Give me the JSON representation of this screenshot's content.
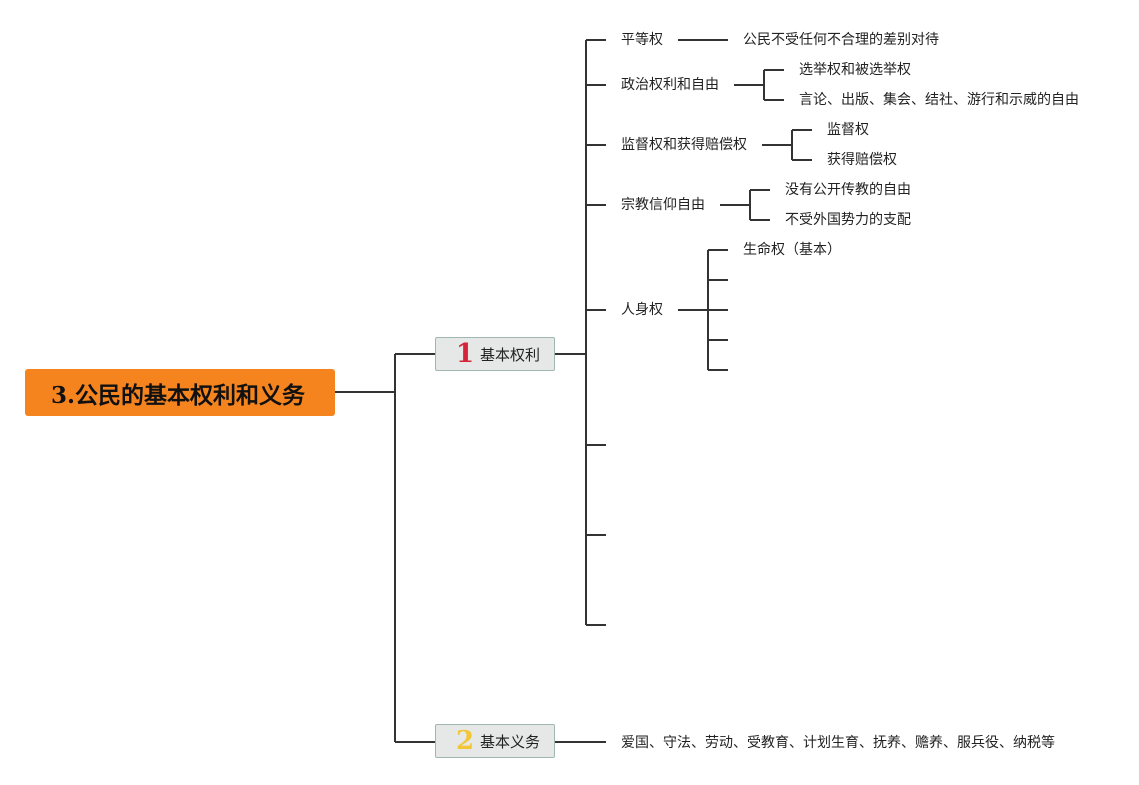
{
  "root": {
    "title": "3.公民的基本权利和义务"
  },
  "branches": [
    {
      "num": "1",
      "label": "基本权利",
      "num_color": "#d6243a"
    },
    {
      "num": "2",
      "label": "基本义务",
      "num_color": "#f2c637"
    }
  ],
  "rights": [
    {
      "label": "平等权",
      "children": [
        "公民不受任何不合理的差别对待"
      ]
    },
    {
      "label": "政治权利和自由",
      "children": [
        "选举权和被选举权",
        "言论、出版、集会、结社、游行和示威的自由"
      ]
    },
    {
      "label": "监督权和获得赔偿权",
      "children": [
        "监督权",
        "获得赔偿权"
      ]
    },
    {
      "label": "宗教信仰自由",
      "children": [
        "没有公开传教的自由",
        "不受外国势力的支配"
      ]
    },
    {
      "label": "人身权",
      "children": [
        "生命权（基本）"
      ]
    }
  ],
  "duties": {
    "text": "爱国、守法、劳动、受教育、计划生育、抚养、赡养、服兵役、纳税等"
  },
  "colors": {
    "root_bg": "#f5841f",
    "line": "#333333",
    "branch_bg": "#e6e8e7",
    "branch_border": "#9fb7ae"
  }
}
